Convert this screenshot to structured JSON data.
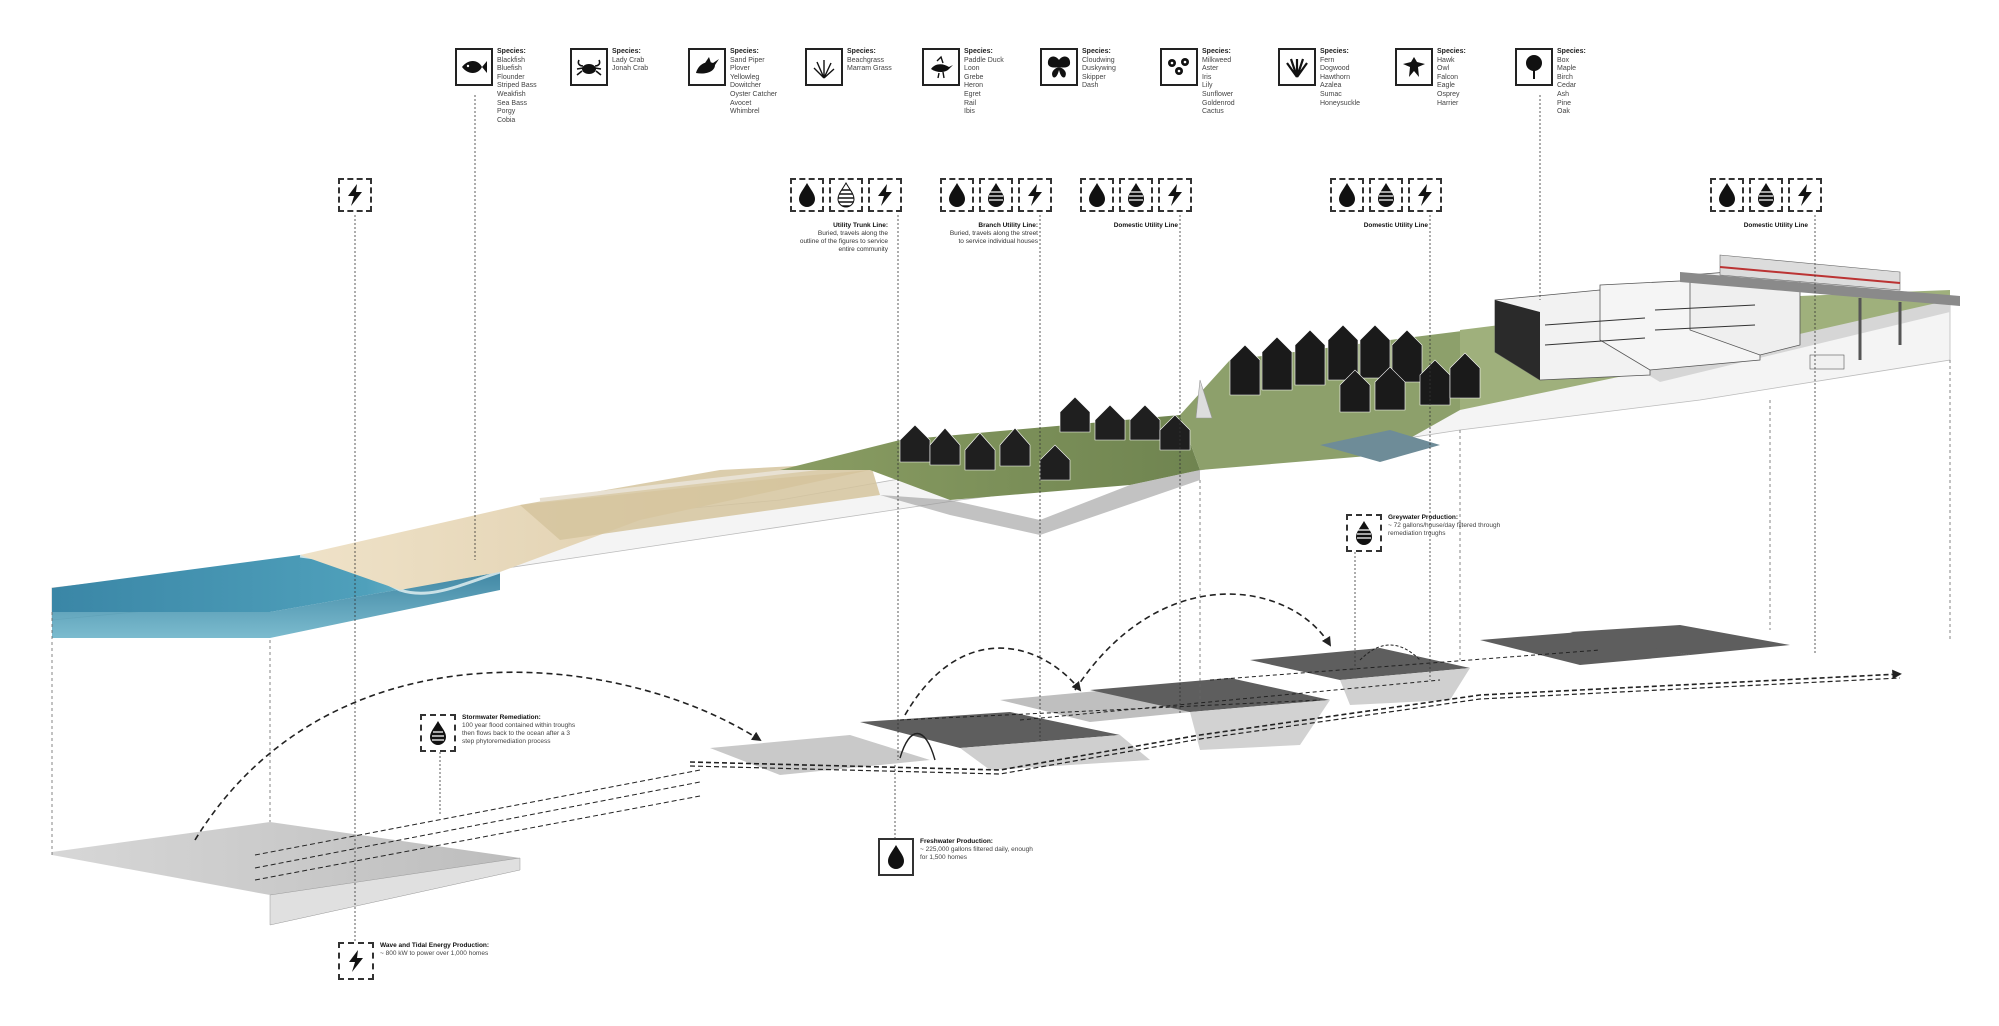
{
  "species_header": "Species:",
  "species": [
    {
      "icon": "fish-icon",
      "items": [
        "Blackfish",
        "Bluefish",
        "Flounder",
        "Striped Bass",
        "Weakfish",
        "Sea Bass",
        "Porgy",
        "Cobia"
      ]
    },
    {
      "icon": "crab-icon",
      "items": [
        "Lady Crab",
        "Jonah Crab"
      ]
    },
    {
      "icon": "shorebird-icon",
      "items": [
        "Sand Piper",
        "Plover",
        "Yellowleg",
        "Dowitcher",
        "Oyster Catcher",
        "Avocet",
        "Whimbrel"
      ]
    },
    {
      "icon": "grass-icon",
      "items": [
        "Beachgrass",
        "Marram Grass"
      ]
    },
    {
      "icon": "heron-icon",
      "items": [
        "Paddle Duck",
        "Loon",
        "Grebe",
        "Heron",
        "Egret",
        "Rail",
        "Ibis"
      ]
    },
    {
      "icon": "butterfly-icon",
      "items": [
        "Cloudwing",
        "Duskywing",
        "Skipper",
        "Dash"
      ]
    },
    {
      "icon": "flower-icon",
      "items": [
        "Milkweed",
        "Aster",
        "Iris",
        "Lily",
        "Sunflower",
        "Goldenrod",
        "Cactus"
      ]
    },
    {
      "icon": "shrub-icon",
      "items": [
        "Fern",
        "Dogwood",
        "Hawthorn",
        "Azalea",
        "Sumac",
        "Honeysuckle"
      ]
    },
    {
      "icon": "hawk-icon",
      "items": [
        "Hawk",
        "Owl",
        "Falcon",
        "Eagle",
        "Osprey",
        "Harrier"
      ]
    },
    {
      "icon": "tree-icon",
      "items": [
        "Box",
        "Maple",
        "Birch",
        "Cedar",
        "Ash",
        "Pine",
        "Oak"
      ]
    }
  ],
  "utility_lines": [
    {
      "title": "Utility Trunk Line:",
      "text": "Buried, travels along the outline of the figures to service entire community"
    },
    {
      "title": "Branch Utility Line:",
      "text": "Buried, travels along the street to service individual houses"
    },
    {
      "title": "Domestic Utility Line",
      "text": ""
    },
    {
      "title": "Domestic Utility Line",
      "text": ""
    },
    {
      "title": "Domestic Utility Line",
      "text": ""
    }
  ],
  "notes": {
    "greywater": {
      "title": "Greywater Production:",
      "text": "~ 72 gallons/house/day filtered through remediation troughs"
    },
    "stormwater": {
      "title": "Stormwater Remediation:",
      "text": "100 year flood contained within troughs then flows back to the ocean after a 3 step phytoremediation process"
    },
    "freshwater": {
      "title": "Freshwater Production:",
      "text": "~ 225,000 gallons filtered daily, enough for 1,500 homes"
    },
    "energy": {
      "title": "Wave and Tidal Energy Production:",
      "text": "~ 800 kW to power over 1,000 homes"
    }
  },
  "colors": {
    "ocean": "#3f8fae",
    "sand": "#e9dcc2",
    "dune": "#cbb894",
    "marsh": "#7a8f5b",
    "basin_dark": "#5e5e5e",
    "basin_light": "#c8c8c8",
    "ink": "#222222"
  }
}
